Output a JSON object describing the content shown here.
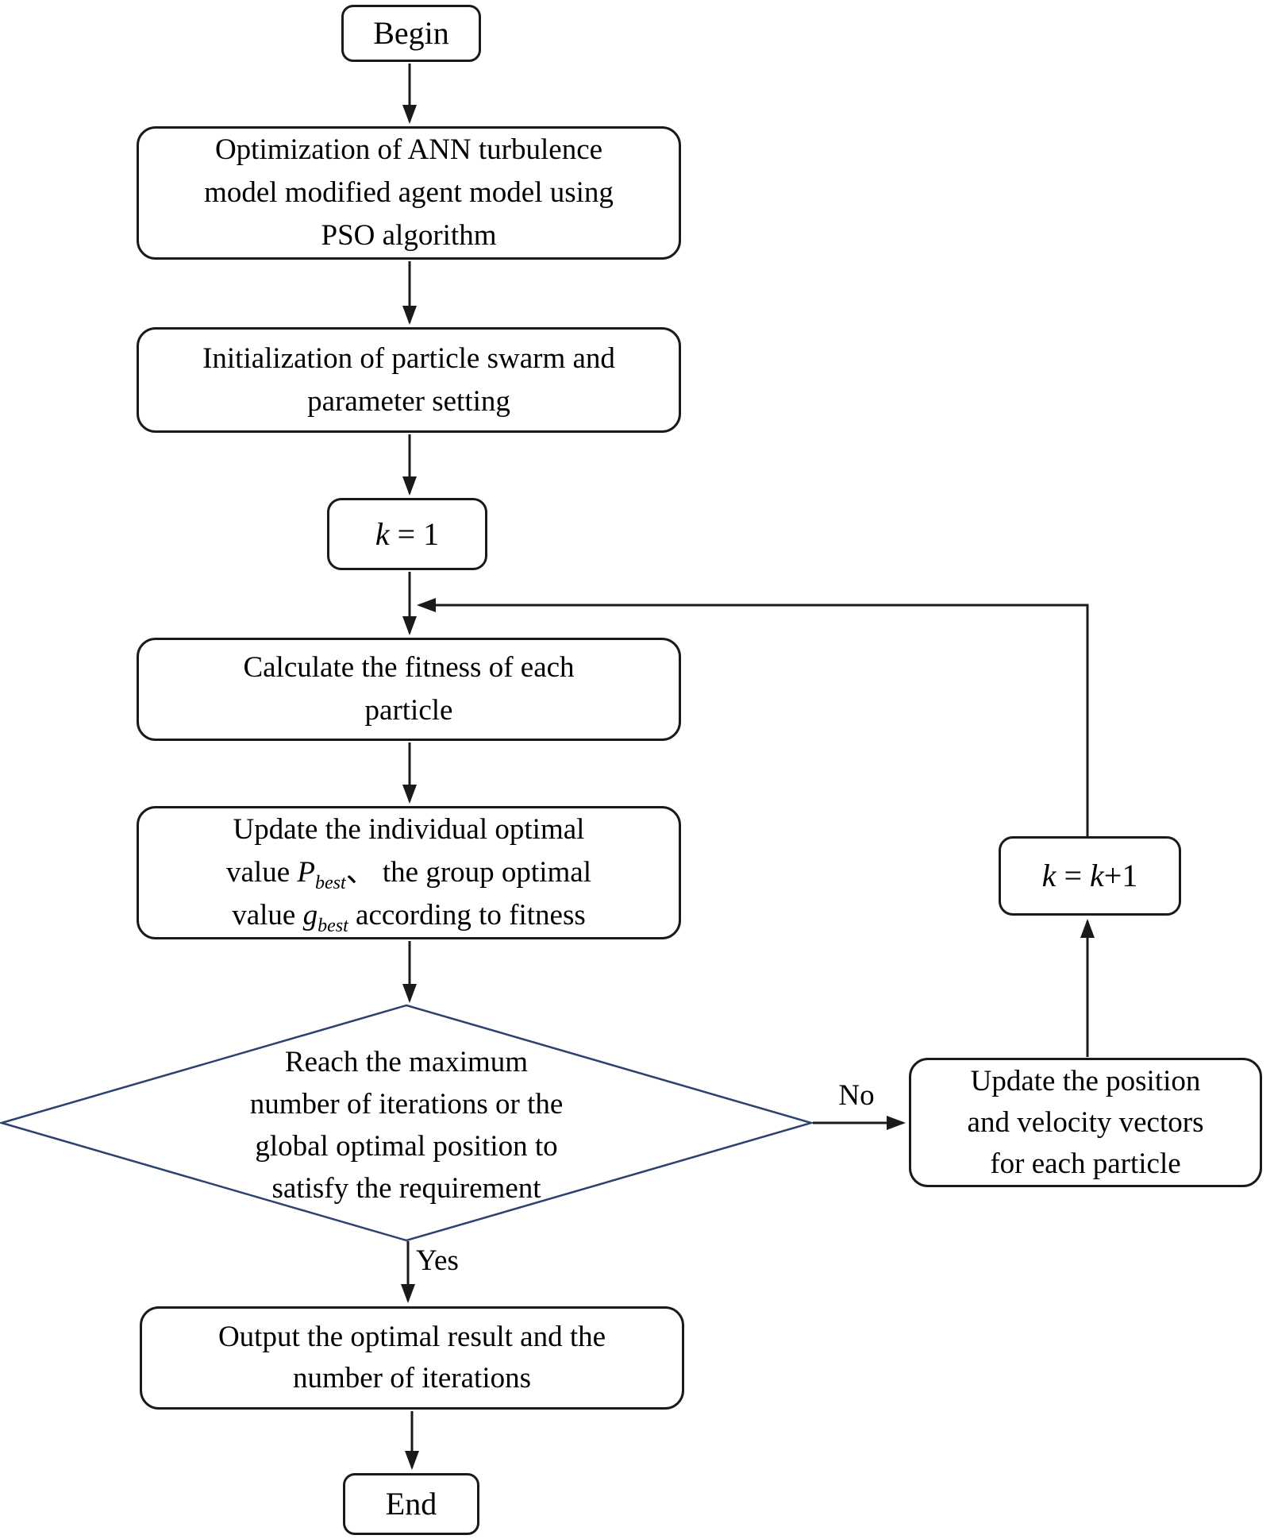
{
  "colors": {
    "background": "#ffffff",
    "line": "#1a1a1a",
    "box_border": "#1a1a1a",
    "diamond_border": "#2b4170",
    "text": "#000000"
  },
  "nodes": {
    "begin": {
      "label": "Begin"
    },
    "optimize": {
      "lines": [
        "Optimization of ANN turbulence",
        "model modified agent model using",
        "PSO algorithm"
      ]
    },
    "init": {
      "lines": [
        "Initialization of particle swarm and",
        "parameter setting"
      ]
    },
    "k_init": {
      "var": "k",
      "rest": " = 1"
    },
    "calc_fitness": {
      "lines": [
        "Calculate the fitness of each",
        "particle"
      ]
    },
    "update_best": {
      "line1": "Update the individual optimal",
      "line2_pre": "value ",
      "line2_var": "P",
      "line2_sub": "best",
      "line2_post": "、 the group optimal",
      "line3_pre": "value ",
      "line3_var": "g",
      "line3_sub": "best",
      "line3_post": " according to fitness"
    },
    "decision": {
      "lines": [
        "Reach the maximum",
        "number of iterations or the",
        "global optimal position to",
        "satisfy the requirement"
      ]
    },
    "update_position": {
      "lines": [
        "Update the position",
        "and velocity vectors",
        "for each particle"
      ]
    },
    "k_increment": {
      "var1": "k",
      "eq": " = ",
      "var2": "k",
      "rest": "+1"
    },
    "output": {
      "lines": [
        "Output the optimal result and the",
        "number of iterations"
      ]
    },
    "end": {
      "label": "End"
    }
  },
  "edges": {
    "no_label": "No",
    "yes_label": "Yes"
  }
}
